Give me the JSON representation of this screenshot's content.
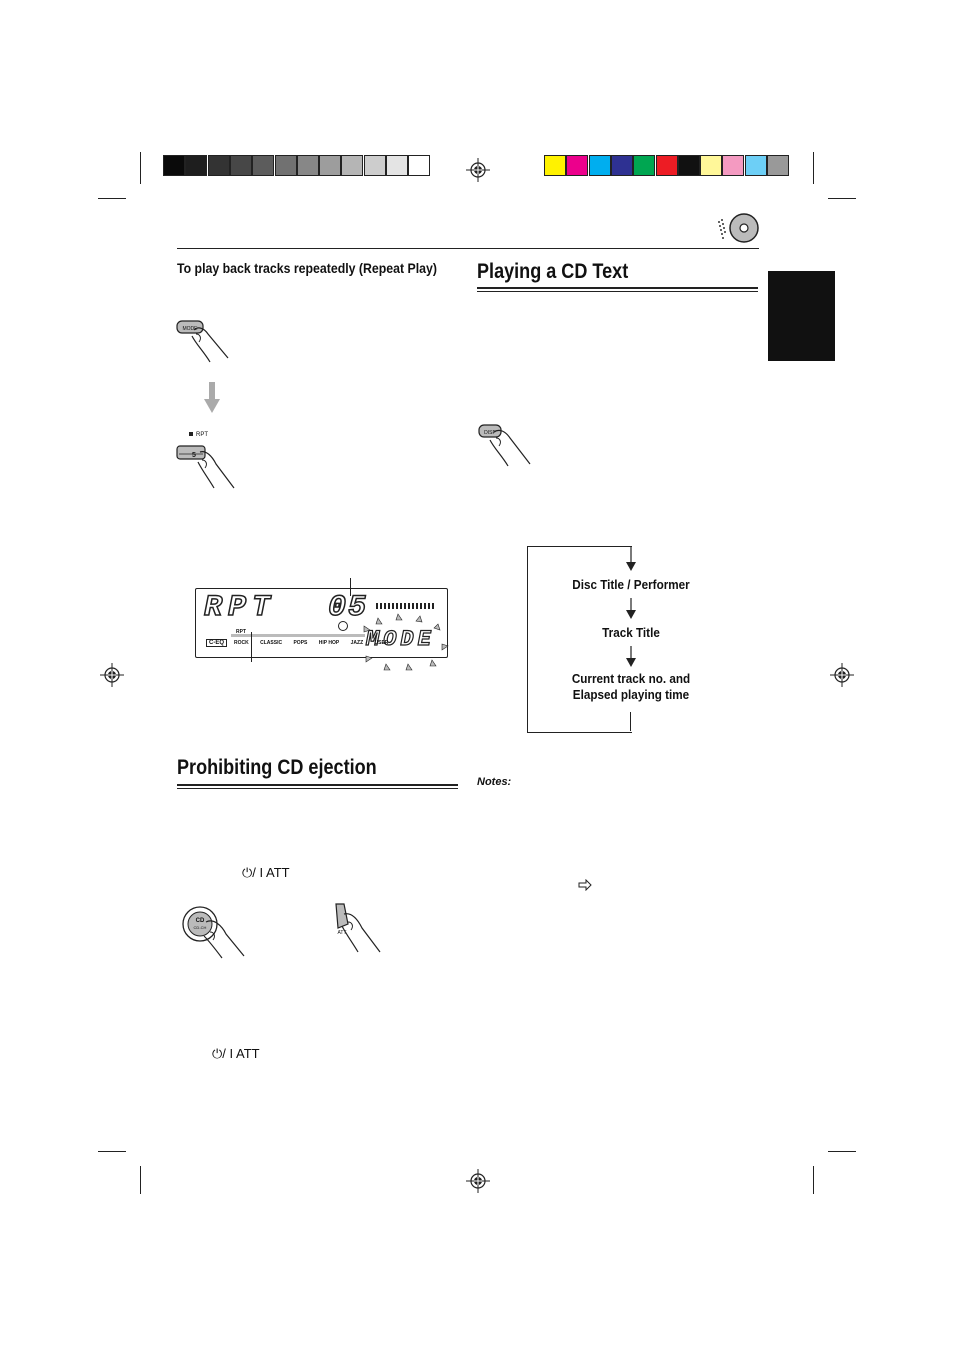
{
  "registration": {
    "gray_swatches": [
      "#0a0a0a",
      "#1e1e1e",
      "#333333",
      "#474747",
      "#5c5c5c",
      "#717171",
      "#878787",
      "#9d9d9d",
      "#b5b5b5",
      "#cdcdcd",
      "#e4e4e4",
      "#ffffff"
    ],
    "color_swatches": [
      "#fff200",
      "#ec008c",
      "#00aeef",
      "#2e3192",
      "#00a651",
      "#ed1c24",
      "#111111",
      "#fff799",
      "#f49ac1",
      "#6dcff6",
      "#999999"
    ]
  },
  "left_column": {
    "repeat_heading": "To play back tracks repeatedly (Repeat Play)",
    "mode_button_label": "MODE",
    "rpt_label": "RPT",
    "preset_number": "5",
    "display": {
      "main_text": "RPT",
      "number": "05",
      "mode_text": "MODE",
      "ceq_label": "C-EQ",
      "rpt_small": "RPT",
      "eq_labels": [
        "ROCK",
        "CLASSIC",
        "POPS",
        "HIP HOP",
        "JAZZ",
        "USER"
      ]
    },
    "prohibit_heading": "Prohibiting CD ejection",
    "cd_button_label": "CD",
    "att_label": "ATT",
    "att_label_2": "ATT"
  },
  "right_column": {
    "cd_text_heading": "Playing a CD Text",
    "disp_button_label": "DISP",
    "flow": {
      "item1": "Disc Title / Performer",
      "item2": "Track Title",
      "item3": "Current track no. and",
      "item3b": "Elapsed playing time"
    },
    "notes_label": "Notes:"
  }
}
